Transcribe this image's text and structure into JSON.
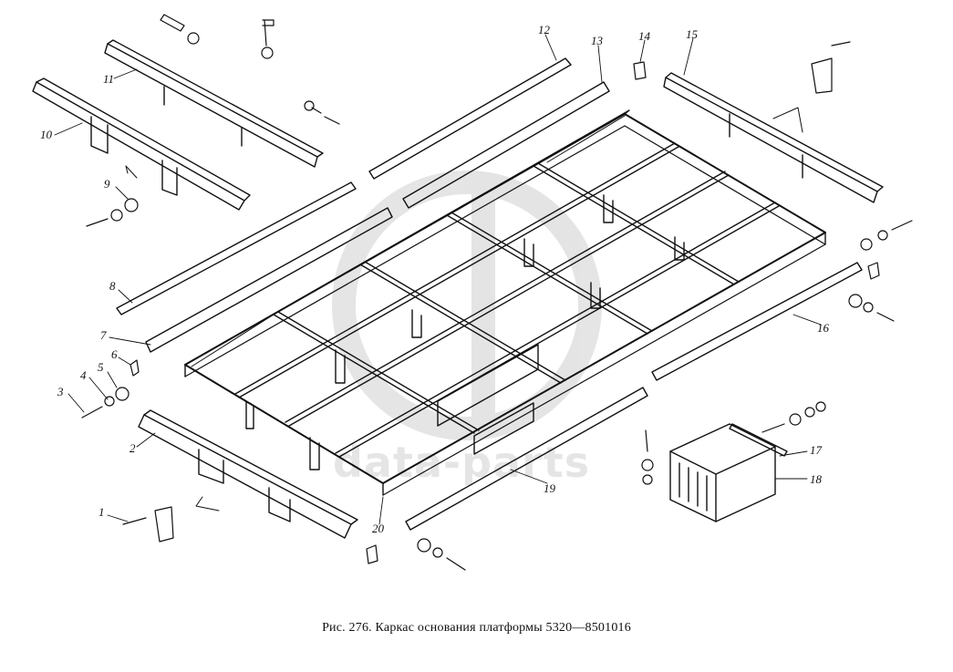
{
  "diagram": {
    "caption": "Рис. 276. Каркас основания платформы 5320—8501016",
    "watermark_text": "data-parts",
    "callouts": [
      "1",
      "2",
      "3",
      "4",
      "5",
      "6",
      "7",
      "8",
      "9",
      "10",
      "11",
      "12",
      "13",
      "14",
      "15",
      "16",
      "17",
      "18",
      "19",
      "20"
    ]
  }
}
